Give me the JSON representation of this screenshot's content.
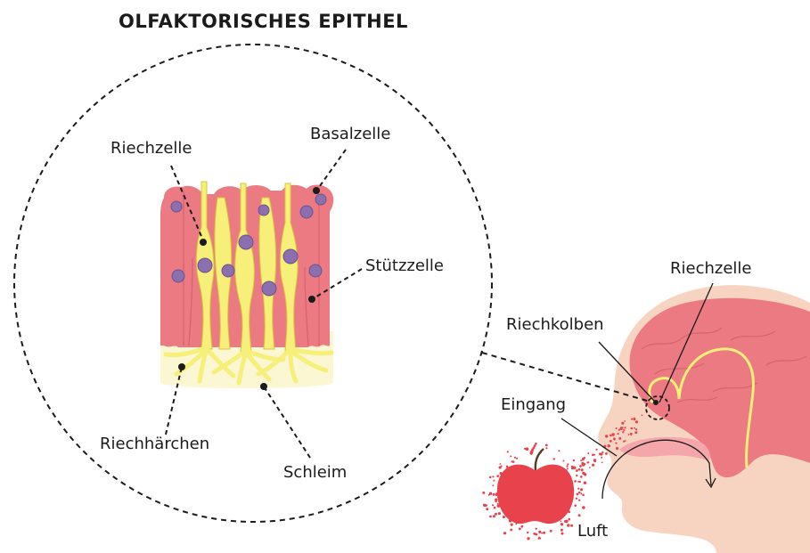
{
  "title": "OLFAKTORISCHES EPITHEL",
  "labels": {
    "riechzelle_detail": "Riechzelle",
    "basalzelle": "Basalzelle",
    "stuetzzelle": "Stützzelle",
    "riechhaerchen": "Riechhärchen",
    "schleim": "Schleim",
    "riechzelle_head": "Riechzelle",
    "riechkolben": "Riechkolben",
    "eingang": "Eingang",
    "luft": "Luft"
  },
  "colors": {
    "tissue": "#ec7a82",
    "tissue_light": "#f4a6ab",
    "cell": "#f6ef7a",
    "cell_stroke": "#d9c43a",
    "nucleus": "#8b6fae",
    "mucus": "#fbf7d2",
    "skin": "#f7d4c2",
    "brain": "#ec7a82",
    "apple": "#e8434c",
    "dots": "#e8434c",
    "ink": "#1b1b1b"
  }
}
